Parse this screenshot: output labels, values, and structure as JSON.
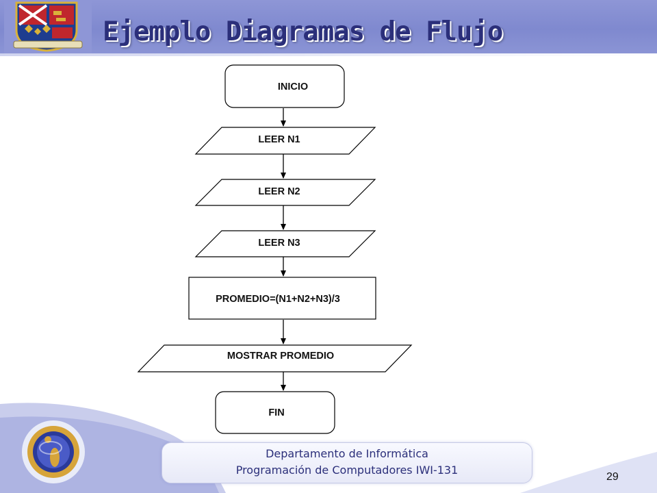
{
  "slide": {
    "title": "Ejemplo Diagramas de Flujo",
    "page_number": "29"
  },
  "diagram": {
    "nodes": {
      "inicio": "INICIO",
      "leer_n1": "LEER N1",
      "leer_n2": "LEER N2",
      "leer_n3": "LEER N3",
      "promedio": "PROMEDIO=(N1+N2+N3)/3",
      "mostrar": "MOSTRAR PROMEDIO",
      "fin": "FIN"
    }
  },
  "footer": {
    "line1": "Departamento de  Informática",
    "line2": "Programación de Computadores IWI-131"
  },
  "colors": {
    "header_band": "#8e96d6",
    "title_text": "#2b2f7a",
    "logo_shield_blue": "#1e3d8f",
    "logo_shield_red": "#c0262d",
    "logo_gold": "#d9b23a",
    "footer_text": "#2b2f7a",
    "footer_logo_gold": "#d6a43a",
    "footer_logo_blue": "#2a3a9a"
  }
}
